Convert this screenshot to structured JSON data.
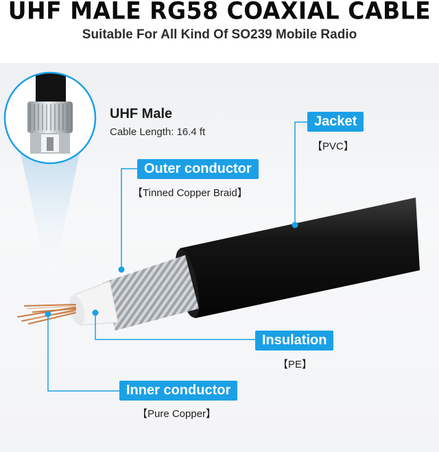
{
  "header": {
    "title": "UHF MALE RG58 COAXIAL CABLE",
    "subtitle": "Suitable For All Kind Of SO239 Mobile Radio"
  },
  "connector_inset": {
    "name": "UHF Male",
    "length_text": "Cable Length: 16.4 ft"
  },
  "callouts": {
    "jacket": {
      "label": "Jacket",
      "material": "【PVC】"
    },
    "outer_conductor": {
      "label": "Outer conductor",
      "material": "【Tinned Copper Braid】"
    },
    "insulation": {
      "label": "Insulation",
      "material": "【PE】"
    },
    "inner_conductor": {
      "label": "Inner conductor",
      "material": "【Pure Copper】"
    }
  },
  "colors": {
    "accent": "#1ba0e6",
    "jacket": "#111111",
    "braid": "#b9bcbf",
    "copper": "#c77b45"
  }
}
